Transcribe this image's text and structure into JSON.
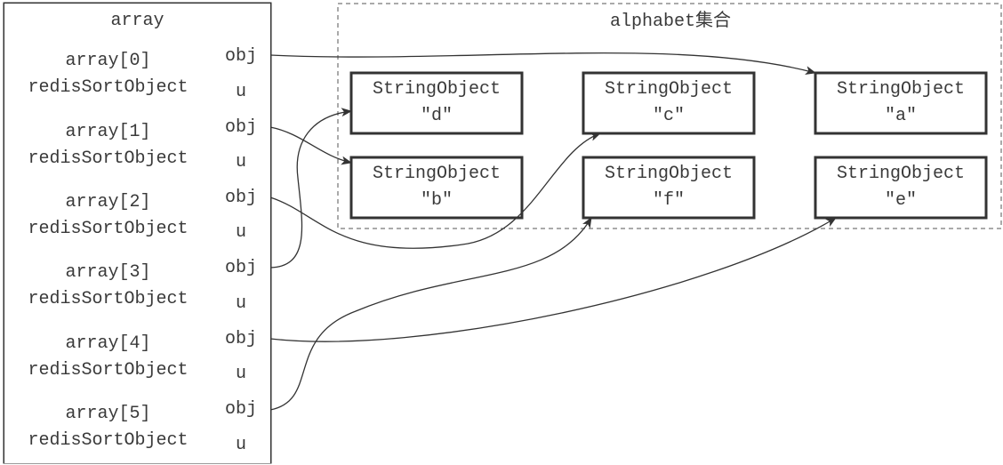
{
  "array": {
    "header": "array",
    "elements": [
      {
        "index_label": "array[0]",
        "type_label": "redisSortObject",
        "obj_label": "obj",
        "u_label": "u"
      },
      {
        "index_label": "array[1]",
        "type_label": "redisSortObject",
        "obj_label": "obj",
        "u_label": "u"
      },
      {
        "index_label": "array[2]",
        "type_label": "redisSortObject",
        "obj_label": "obj",
        "u_label": "u"
      },
      {
        "index_label": "array[3]",
        "type_label": "redisSortObject",
        "obj_label": "obj",
        "u_label": "u"
      },
      {
        "index_label": "array[4]",
        "type_label": "redisSortObject",
        "obj_label": "obj",
        "u_label": "u"
      },
      {
        "index_label": "array[5]",
        "type_label": "redisSortObject",
        "obj_label": "obj",
        "u_label": "u"
      }
    ]
  },
  "set": {
    "title": "alphabet集合",
    "objects": [
      {
        "type": "StringObject",
        "value": "\"d\""
      },
      {
        "type": "StringObject",
        "value": "\"c\""
      },
      {
        "type": "StringObject",
        "value": "\"a\""
      },
      {
        "type": "StringObject",
        "value": "\"b\""
      },
      {
        "type": "StringObject",
        "value": "\"f\""
      },
      {
        "type": "StringObject",
        "value": "\"e\""
      }
    ]
  },
  "pointers": [
    {
      "from": "array[0].obj",
      "to": "\"a\""
    },
    {
      "from": "array[1].obj",
      "to": "\"b\""
    },
    {
      "from": "array[2].obj",
      "to": "\"c\""
    },
    {
      "from": "array[3].obj",
      "to": "\"d\""
    },
    {
      "from": "array[4].obj",
      "to": "\"e\""
    },
    {
      "from": "array[5].obj",
      "to": "\"f\""
    }
  ],
  "colors": {
    "line": "#333333",
    "text": "#3a3a3a"
  }
}
